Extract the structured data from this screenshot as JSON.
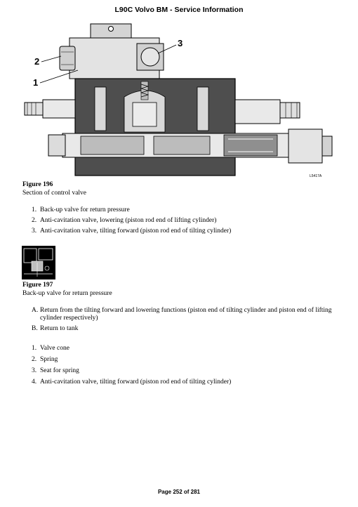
{
  "header": {
    "title": "L90C Volvo BM - Service Information"
  },
  "figure196": {
    "labels": [
      "1",
      "2",
      "3"
    ],
    "code": "L5417A",
    "title": "Figure 196",
    "caption": "Section of control valve",
    "items": [
      {
        "marker": "1.",
        "text": "Back-up valve for return pressure"
      },
      {
        "marker": "2.",
        "text": "Anti-cavitation valve, lowering (piston rod end of lifting cylinder)"
      },
      {
        "marker": "3.",
        "text": "Anti-cavitation valve, tilting forward (piston rod end of tilting cylinder)"
      }
    ]
  },
  "figure197": {
    "title": "Figure 197",
    "caption": "Back-up valve for return pressure",
    "letter_items": [
      {
        "marker": "A.",
        "text": "Return from the tilting forward and lowering functions (piston end of tilting cylinder and piston end of lifting cylinder respectively)"
      },
      {
        "marker": "B.",
        "text": "Return to tank"
      }
    ],
    "items": [
      {
        "marker": "1.",
        "text": "Valve cone"
      },
      {
        "marker": "2.",
        "text": "Spring"
      },
      {
        "marker": "3.",
        "text": "Seat for spring"
      },
      {
        "marker": "4.",
        "text": "Anti-cavitation valve, tilting forward (piston rod end of tilting cylinder)"
      }
    ]
  },
  "footer": {
    "page": "Page 252 of 281"
  }
}
